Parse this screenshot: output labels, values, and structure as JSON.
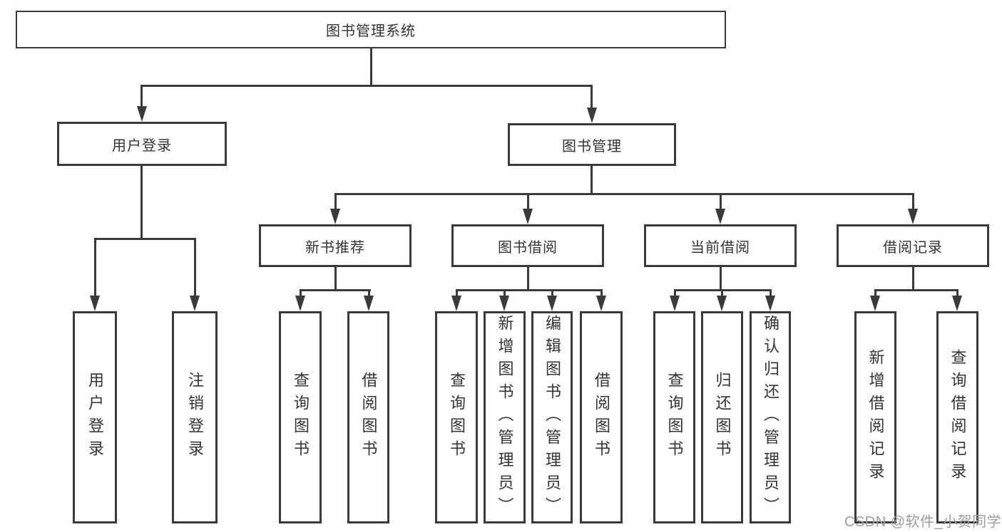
{
  "tree": {
    "label": "图书管理系统",
    "children": [
      {
        "label": "用户登录",
        "children": [
          {
            "label": "用户登录"
          },
          {
            "label": "注销登录"
          }
        ]
      },
      {
        "label": "图书管理",
        "children": [
          {
            "label": "新书推荐",
            "children": [
              {
                "label": "查询图书"
              },
              {
                "label": "借阅图书"
              }
            ]
          },
          {
            "label": "图书借阅",
            "children": [
              {
                "label": "查询图书"
              },
              {
                "label": "新增图书（管理员）"
              },
              {
                "label": "编辑图书（管理员）"
              },
              {
                "label": "借阅图书"
              }
            ]
          },
          {
            "label": "当前借阅",
            "children": [
              {
                "label": "查询图书"
              },
              {
                "label": "归还图书"
              },
              {
                "label": "确认归还（管理员）"
              }
            ]
          },
          {
            "label": "借阅记录",
            "children": [
              {
                "label": "新增借阅记录"
              },
              {
                "label": "查询借阅记录"
              }
            ]
          }
        ]
      }
    ]
  },
  "watermark": "CSDN @软件_小贺同学",
  "colors": {
    "line": "#3a3a3a",
    "text": "#333333",
    "watermark": "#9e9e9e",
    "background": "#ffffff"
  }
}
